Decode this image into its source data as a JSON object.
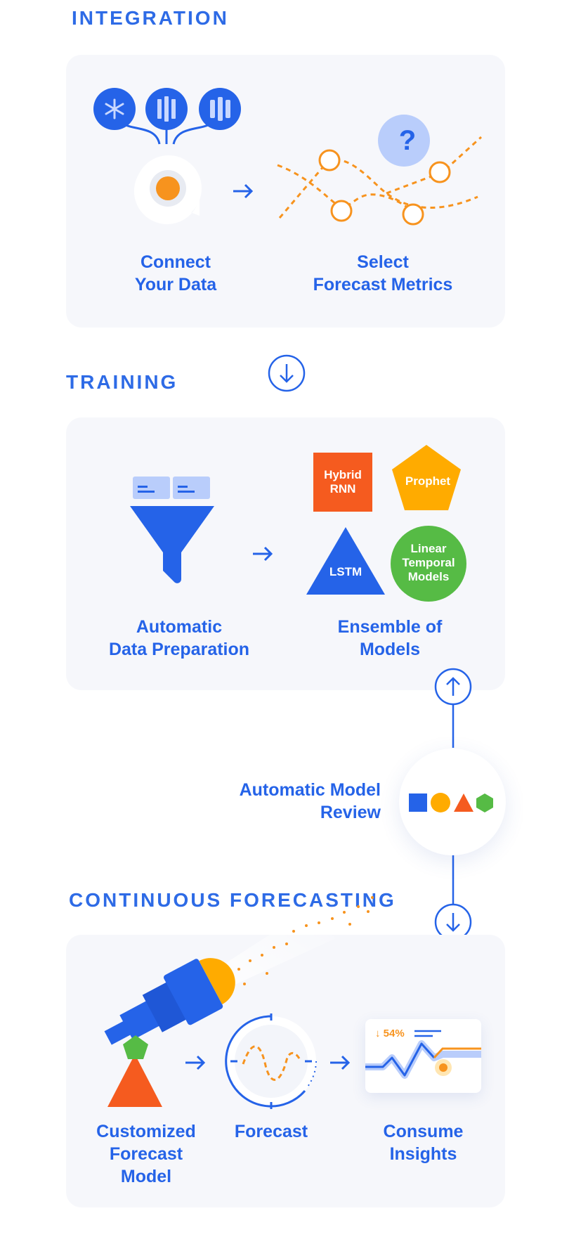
{
  "sections": {
    "integration": {
      "title": "INTEGRATION"
    },
    "training": {
      "title": "TRAINING"
    },
    "forecasting": {
      "title": "CONTINUOUS FORECASTING"
    }
  },
  "integration": {
    "step1": {
      "line1": "Connect",
      "line2": "Your Data"
    },
    "step2": {
      "line1": "Select",
      "line2": "Forecast Metrics",
      "badge": "?"
    }
  },
  "training": {
    "step1": {
      "line1": "Automatic",
      "line2": "Data Preparation"
    },
    "step2": {
      "line1": "Ensemble of",
      "line2": "Models"
    },
    "models": {
      "hybrid": {
        "line1": "Hybrid",
        "line2": "RNN"
      },
      "prophet": {
        "label": "Prophet"
      },
      "lstm": {
        "label": "LSTM"
      },
      "linear": {
        "line1": "Linear",
        "line2": "Temporal",
        "line3": "Models"
      }
    }
  },
  "review": {
    "line1": "Automatic Model",
    "line2": "Review"
  },
  "forecasting": {
    "step1": {
      "line1": "Customized",
      "line2": "Forecast",
      "line3": "Model"
    },
    "step2": {
      "label": "Forecast"
    },
    "step3": {
      "line1": "Consume",
      "line2": "Insights",
      "stat": "↓ 54%"
    }
  },
  "colors": {
    "blue": "#2563e8",
    "orange": "#f7931e",
    "red_orange": "#f55b1f",
    "yellow": "#ffab00",
    "green": "#56bb45",
    "light_blue": "#b9cdfb"
  }
}
